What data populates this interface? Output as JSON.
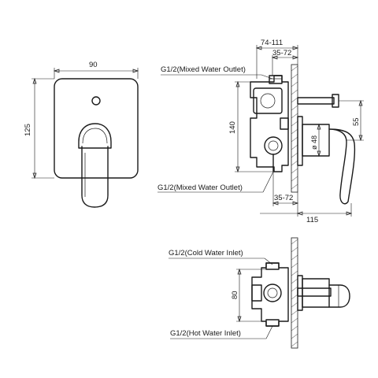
{
  "front_view": {
    "width_dim": "90",
    "height_dim": "125"
  },
  "side_view": {
    "label_outlet_top": "G1/2(Mixed Water Outlet)",
    "label_outlet_bottom": "G1/2(Mixed Water Outlet)",
    "dim_wall_depth_range": "74-111",
    "dim_body_top": "35-72",
    "dim_body_bottom": "35-72",
    "dim_height": "140",
    "dim_lever_offset": "55",
    "dim_diameter": "ø 48",
    "dim_projection": "115"
  },
  "inlet_view": {
    "label_cold": "G1/2(Cold Water Inlet)",
    "label_hot": "G1/2(Hot Water Inlet)",
    "dim_inlet_spacing": "80"
  }
}
